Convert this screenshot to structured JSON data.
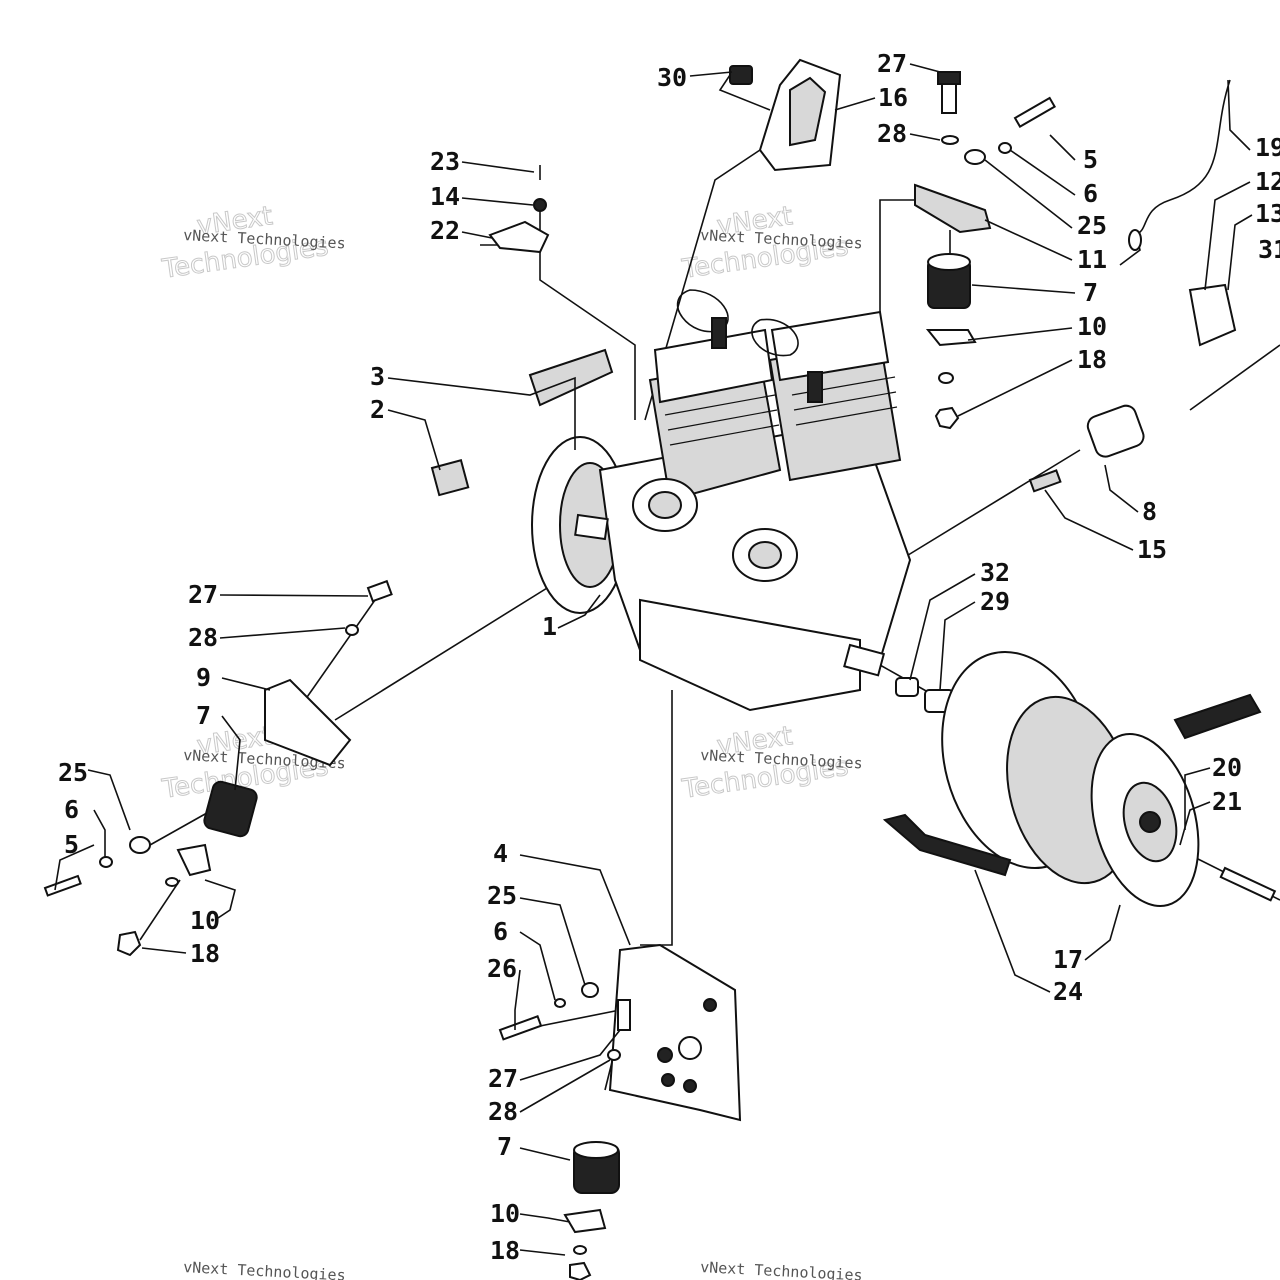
{
  "watermark": {
    "brand_small": "vNext Technologies",
    "brand_big_1": "vNext",
    "brand_big_2": "Technologies"
  },
  "callouts": [
    "30",
    "16",
    "27",
    "28",
    "5",
    "6",
    "25",
    "11",
    "7",
    "10",
    "18",
    "23",
    "14",
    "22",
    "3",
    "2",
    "1",
    "8",
    "15",
    "32",
    "29",
    "19",
    "12",
    "13",
    "31",
    "27",
    "28",
    "9",
    "7",
    "25",
    "6",
    "5",
    "10",
    "18",
    "4",
    "25",
    "6",
    "26",
    "27",
    "28",
    "7",
    "10",
    "18",
    "20",
    "21",
    "17",
    "24"
  ]
}
